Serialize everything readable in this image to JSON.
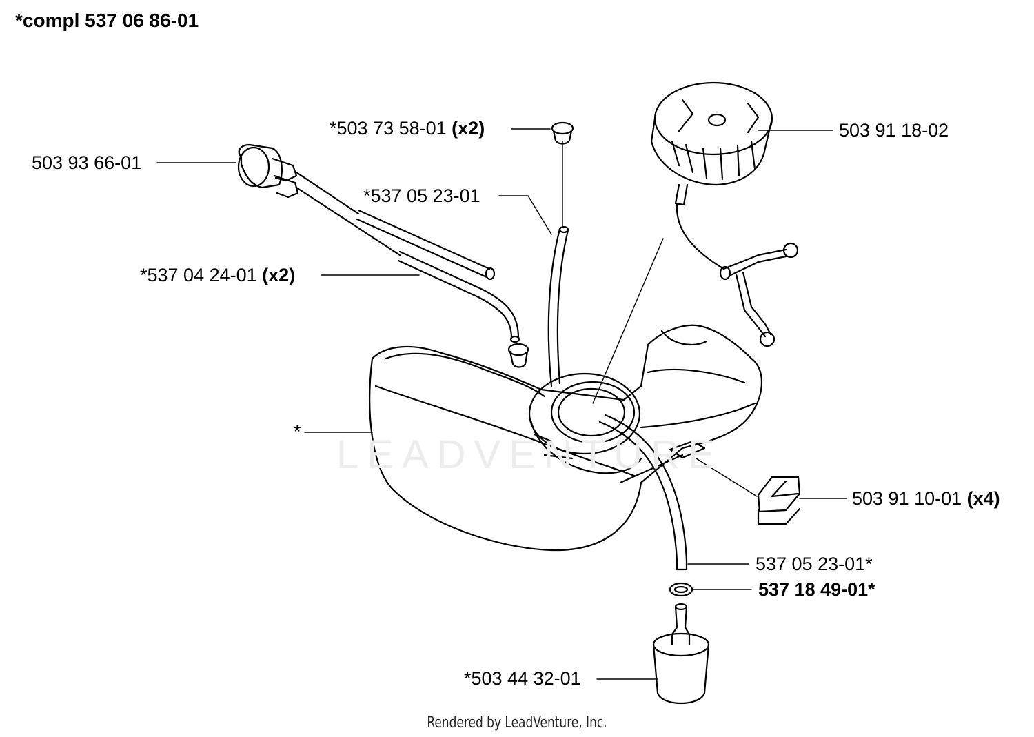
{
  "title": "*compl 537 06 86-01",
  "watermark": "LEADVENTURE",
  "credit": "Rendered by LeadVenture, Inc.",
  "labels": {
    "cap": {
      "number": "503 91 18-02"
    },
    "grommet": {
      "number": "*503 73 58-01",
      "qty": "(x2)"
    },
    "primer_bulb": {
      "number": "503 93 66-01"
    },
    "hose_vent": {
      "number": "*537 05 23-01"
    },
    "hoses": {
      "number": "*537 04 24-01",
      "qty": "(x2)"
    },
    "tank": {
      "number": "*"
    },
    "rubber_mount": {
      "number": "503 91 10-01",
      "qty": "(x4)"
    },
    "fuel_hose": {
      "number": "537 05 23-01*"
    },
    "o_ring": {
      "number": "537 18 49-01*"
    },
    "filter": {
      "number": "*503 44 32-01"
    }
  }
}
